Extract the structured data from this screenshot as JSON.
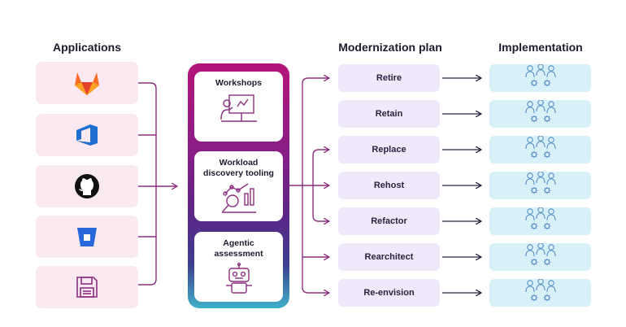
{
  "headings": {
    "applications": "Applications",
    "plan": "Modernization plan",
    "implementation": "Implementation"
  },
  "applications": [
    {
      "icon": "gitlab-icon"
    },
    {
      "icon": "azure-devops-icon"
    },
    {
      "icon": "github-icon"
    },
    {
      "icon": "bitbucket-icon"
    },
    {
      "icon": "floppy-disk-icon"
    }
  ],
  "center": {
    "cards": [
      {
        "title": "Workshops",
        "icon": "workshop-presentation-icon"
      },
      {
        "title": "Workload\ndiscovery tooling",
        "icon": "analytics-magnifier-icon"
      },
      {
        "title": "Agentic\nassessment",
        "icon": "robot-icon"
      }
    ]
  },
  "plan": {
    "items": [
      "Retire",
      "Retain",
      "Replace",
      "Rehost",
      "Refactor",
      "Rearchitect",
      "Re-envision"
    ]
  },
  "implementation": {
    "icon": "team-gears-icon"
  },
  "colors": {
    "app_box": "#fbe9f2",
    "connector": "#8b2f7e",
    "plan_box": "#efe9fb",
    "impl_box": "#d8f0f8",
    "impl_icon": "#5a8fc7",
    "gitlab": "#e2432a",
    "azure": "#1f6fd1",
    "bitbucket": "#2868db",
    "purple_icon": "#8b2f7e"
  }
}
